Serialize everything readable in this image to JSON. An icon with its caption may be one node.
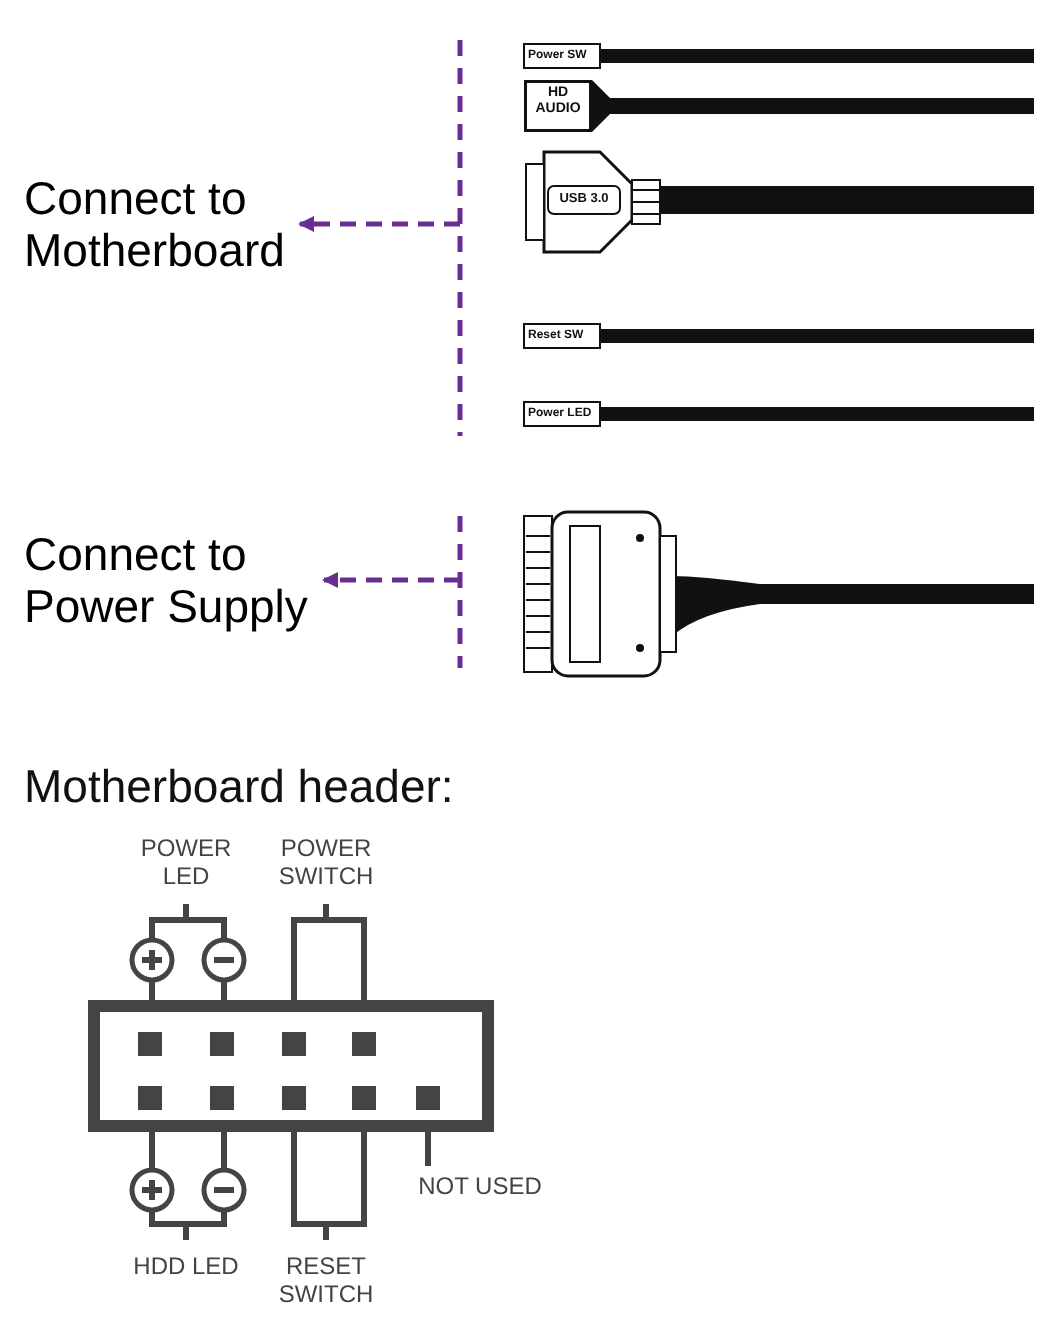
{
  "diagram": {
    "nodes": [
      {
        "text": [
          "Connect to Motherboard"
        ]
      },
      {
        "text": [
          "Connect to Power Supply"
        ]
      }
    ],
    "edges": [
      {
        "from": null,
        "to": 0,
        "arrow": "to",
        "style": "dashed"
      },
      {
        "from": null,
        "to": 1,
        "arrow": "to",
        "style": "dashed"
      }
    ],
    "labels": [
      "Power SW",
      "HD AUDIO",
      "USB 3.0",
      "Reset SW",
      "Power LED",
      "Motherboard header:",
      "POWER LED",
      "POWER SWITCH",
      "NOT USED",
      "HDD LED",
      "RESET SWITCH"
    ]
  }
}
